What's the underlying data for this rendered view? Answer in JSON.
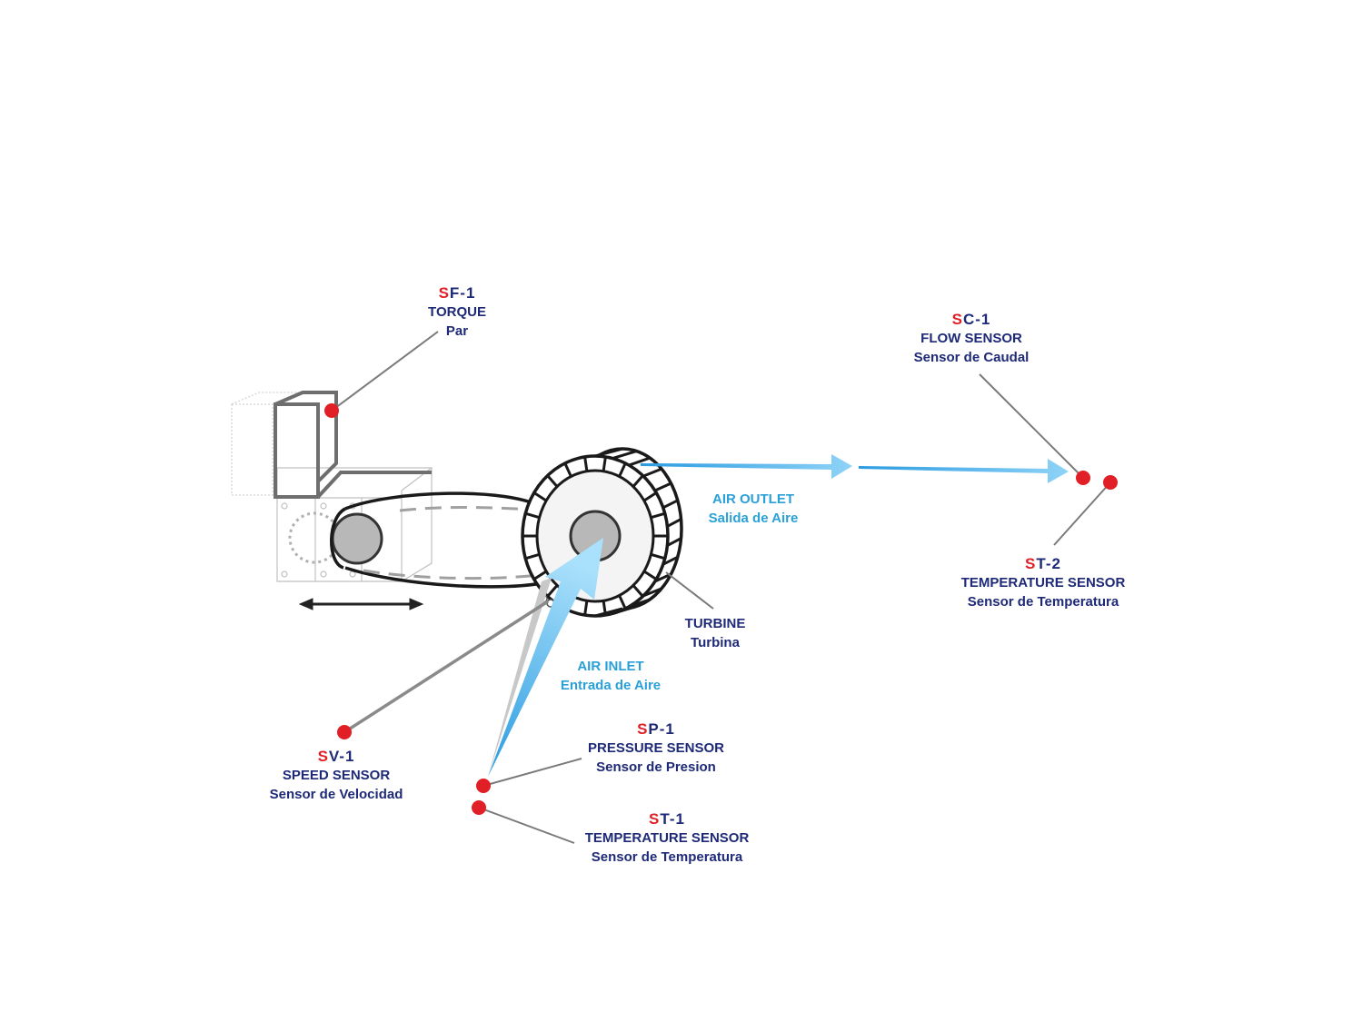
{
  "colors": {
    "label_navy": "#1e2a78",
    "sensor_red": "#e01f26",
    "air_blue": "#2aa0d8",
    "arrow_light_blue": "#8fd3f7",
    "line_gray": "#7a7a7a"
  },
  "sensors": {
    "sf1": {
      "prefix": "S",
      "suffix": "F-1",
      "name": "TORQUE",
      "name_es": "Par"
    },
    "sc1": {
      "prefix": "S",
      "suffix": "C-1",
      "name": "FLOW SENSOR",
      "name_es": "Sensor de Caudal"
    },
    "st2": {
      "prefix": "S",
      "suffix": "T-2",
      "name": "TEMPERATURE SENSOR",
      "name_es": "Sensor de Temperatura"
    },
    "sv1": {
      "prefix": "S",
      "suffix": "V-1",
      "name": "SPEED SENSOR",
      "name_es": "Sensor de Velocidad"
    },
    "sp1": {
      "prefix": "S",
      "suffix": "P-1",
      "name": "PRESSURE SENSOR",
      "name_es": "Sensor de Presion"
    },
    "st1": {
      "prefix": "S",
      "suffix": "T-1",
      "name": "TEMPERATURE SENSOR",
      "name_es": "Sensor de Temperatura"
    }
  },
  "flows": {
    "air_outlet": {
      "name": "AIR OUTLET",
      "name_es": "Salida de Aire"
    },
    "air_inlet": {
      "name": "AIR INLET",
      "name_es": "Entrada de Aire"
    }
  },
  "components": {
    "turbine": {
      "name": "TURBINE",
      "name_es": "Turbina"
    }
  }
}
